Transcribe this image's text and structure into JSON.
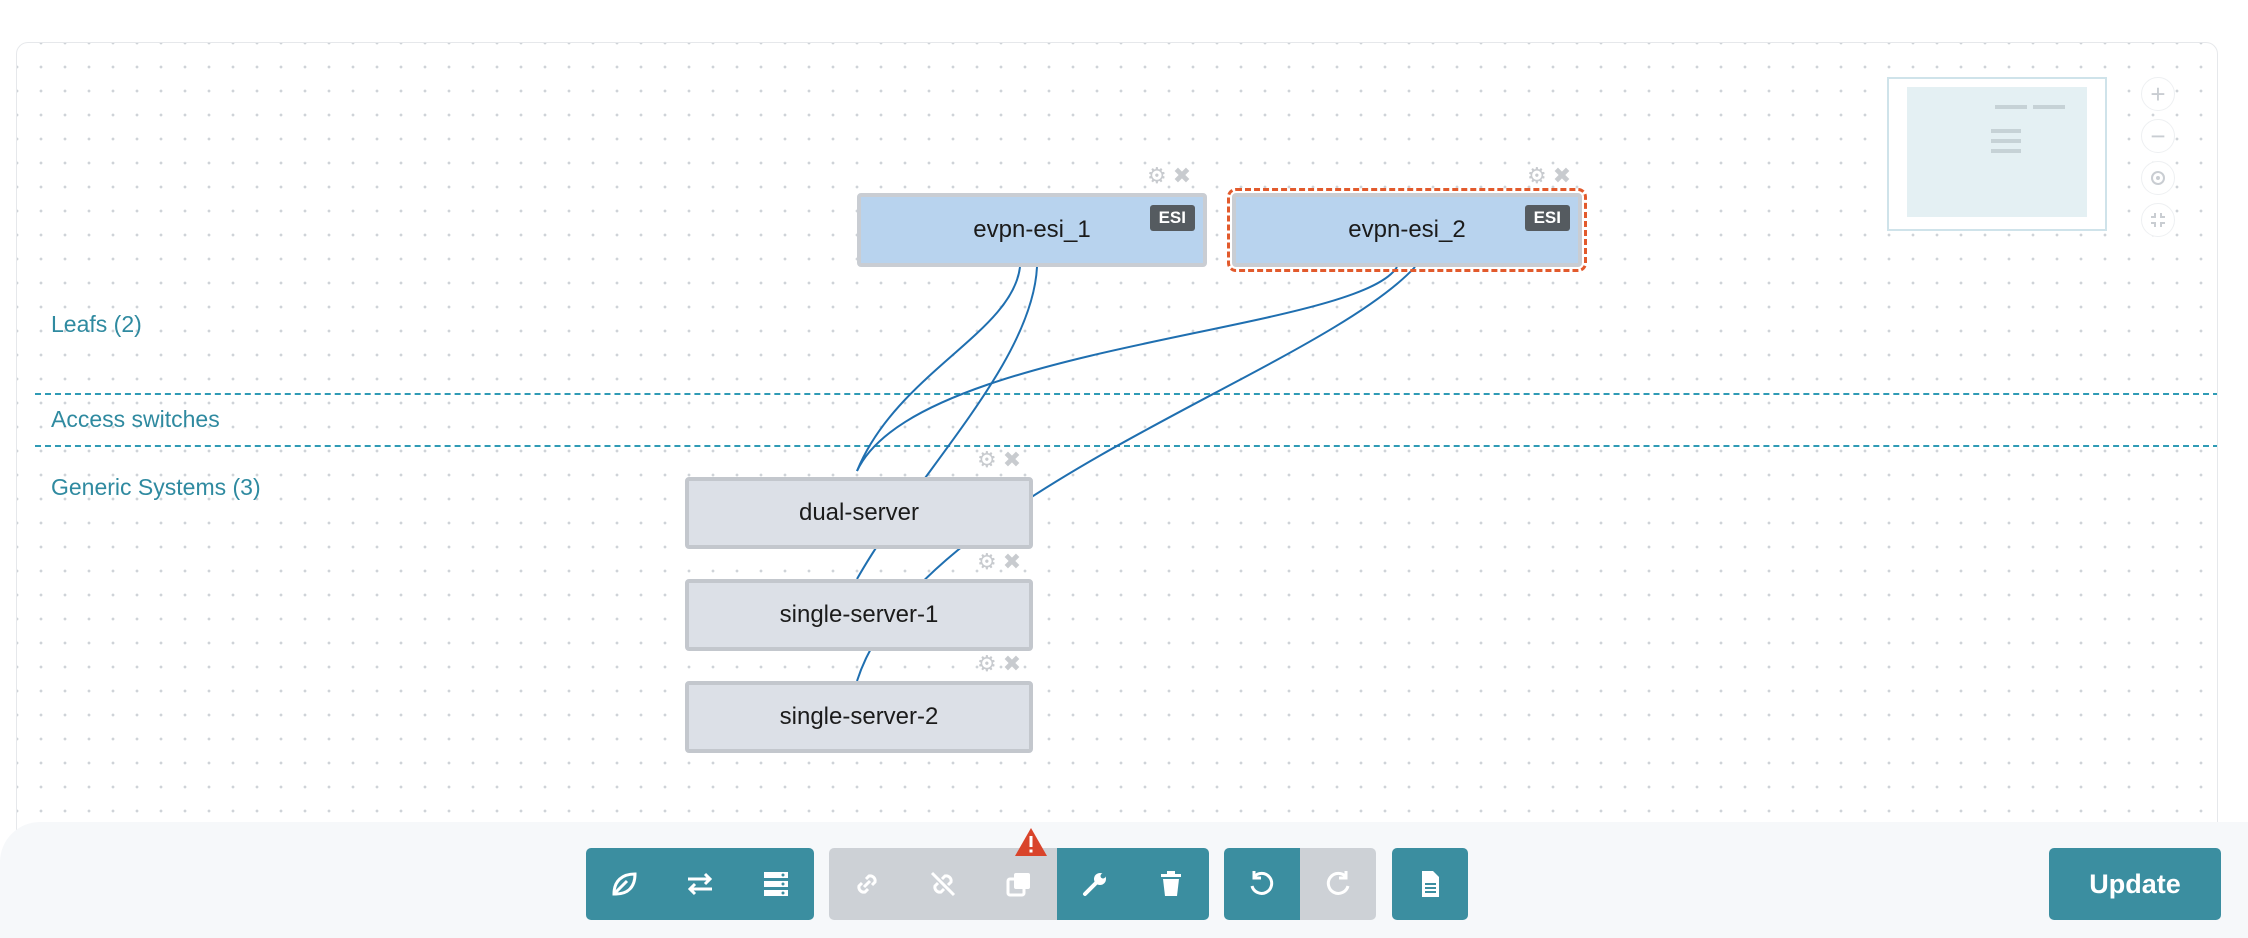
{
  "lanes": {
    "leafs": "Leafs (2)",
    "access": "Access switches",
    "generic": "Generic Systems (3)"
  },
  "nodes": {
    "leaf1": {
      "label": "evpn-esi_1",
      "badge": "ESI"
    },
    "leaf2": {
      "label": "evpn-esi_2",
      "badge": "ESI"
    },
    "gen1": {
      "label": "dual-server"
    },
    "gen2": {
      "label": "single-server-1"
    },
    "gen3": {
      "label": "single-server-2"
    }
  },
  "node_controls": {
    "gear_icon": "gear-icon",
    "close_icon": "close-icon"
  },
  "zoom_controls": [
    "zoom-in-icon",
    "zoom-out-icon",
    "recenter-icon",
    "fit-icon"
  ],
  "toolbar": {
    "groups": [
      [
        "leaf-icon",
        "swap-icon",
        "server-rack-icon"
      ],
      [
        "link-icon",
        "unlink-icon",
        "copy-icon",
        "wrench-icon",
        "trash-icon"
      ],
      [
        "undo-icon",
        "redo-icon"
      ],
      [
        "document-icon"
      ]
    ],
    "warning_icon": "warning-icon",
    "update_label": "Update"
  },
  "colors": {
    "accent": "#3b8ea0",
    "lane_text": "#2f8aa0",
    "leaf_fill": "#b8d3ee",
    "generic_fill": "#dce0e7",
    "link": "#1f6fb0",
    "selection": "#e25a2c",
    "warning": "#d9442b"
  }
}
